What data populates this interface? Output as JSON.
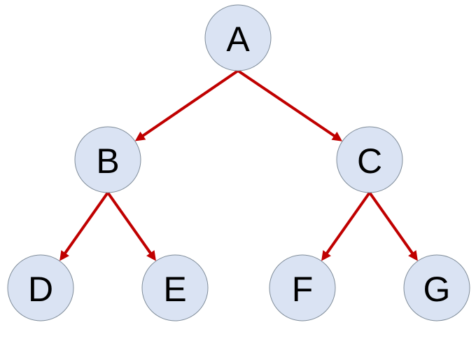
{
  "diagram": {
    "type": "tree",
    "colors": {
      "node_fill": "#dae3f3",
      "node_stroke": "#7f8c99",
      "edge": "#c00000",
      "label": "#000000"
    },
    "nodes": [
      {
        "id": "A",
        "label": "A"
      },
      {
        "id": "B",
        "label": "B"
      },
      {
        "id": "C",
        "label": "C"
      },
      {
        "id": "D",
        "label": "D"
      },
      {
        "id": "E",
        "label": "E"
      },
      {
        "id": "F",
        "label": "F"
      },
      {
        "id": "G",
        "label": "G"
      }
    ],
    "edges": [
      {
        "from": "A",
        "to": "B"
      },
      {
        "from": "A",
        "to": "C"
      },
      {
        "from": "B",
        "to": "D"
      },
      {
        "from": "B",
        "to": "E"
      },
      {
        "from": "C",
        "to": "F"
      },
      {
        "from": "C",
        "to": "G"
      }
    ]
  }
}
